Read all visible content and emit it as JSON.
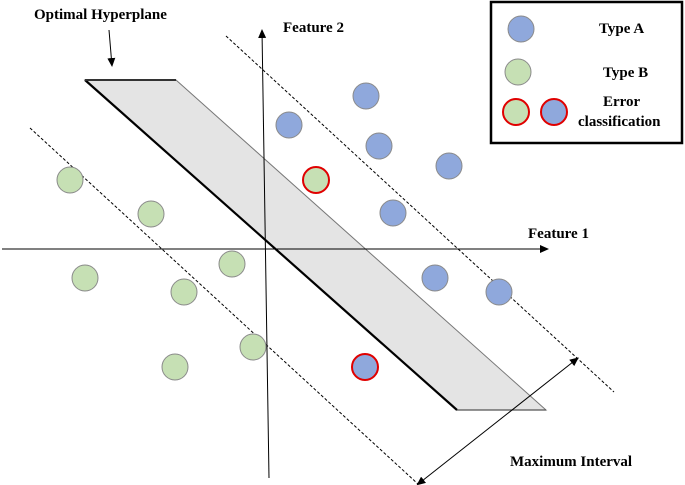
{
  "title": "Optimal Hyperplane",
  "axes": {
    "x_label": "Feature 1",
    "y_label": "Feature 2"
  },
  "margin_label": "Maximum Interval",
  "legend": {
    "type_a": "Type A",
    "type_b": "Type B",
    "error_line1": "Error",
    "error_line2": "classification"
  },
  "colors": {
    "type_a": "#8fa8dc",
    "type_b": "#c6e0b4",
    "error_outline": "#e00000",
    "point_outline": "#8a8a8a",
    "band_fill": "#e4e4e4"
  }
}
